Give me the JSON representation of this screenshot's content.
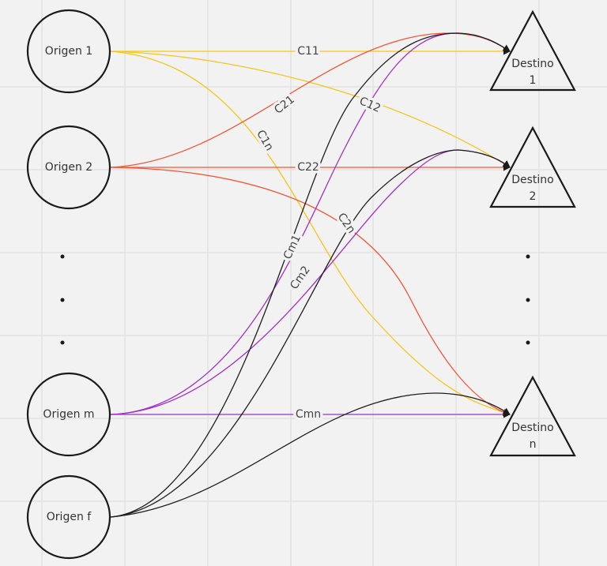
{
  "colors": {
    "c1": "#f5c518",
    "c2": "#f0583a",
    "cm": "#a030c8",
    "cf": "#1f1f1f",
    "background": "#f2f2f2"
  },
  "origins": [
    {
      "label": "Origen 1"
    },
    {
      "label": "Origen 2"
    },
    {
      "label": "Origen m"
    },
    {
      "label": "Origen f"
    }
  ],
  "destinations": [
    {
      "line1": "Destino",
      "line2": "1"
    },
    {
      "line1": "Destino",
      "line2": "2"
    },
    {
      "line1": "Destino",
      "line2": "n"
    }
  ],
  "edges": {
    "c11": "C11",
    "c12": "C12",
    "c1n": "C1n",
    "c21": "C21",
    "c22": "C22",
    "c2n": "C2n",
    "cm1": "Cm1",
    "cm2": "Cm2",
    "cmn": "Cmn"
  },
  "ellipsis": "•"
}
